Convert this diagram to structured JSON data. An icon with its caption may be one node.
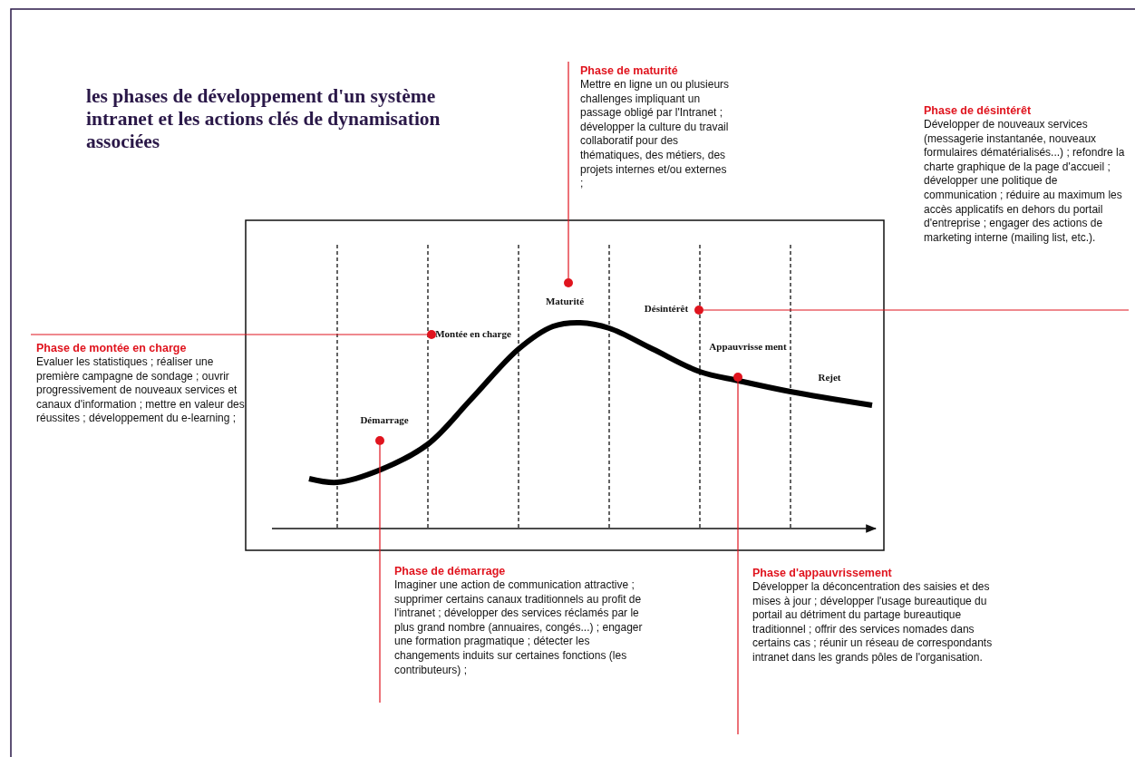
{
  "diagram": {
    "title": "les phases de développement d'un système intranet et les actions clés de dynamisation associées",
    "nodes": [
      {
        "text": [
          "Phase de maturité",
          "Mettre en ligne un ou plusieurs challenges impliquant un passage obligé par l'Intranet ; développer la culture du travail collaboratif pour des thématiques, des métiers, des projets internes et/ou externes ;"
        ]
      },
      {
        "text": [
          "Phase de désintérêt",
          "Développer de nouveaux services (messagerie instantanée, nouveaux formulaires dématérialisés...) ; refondre la charte graphique de la page d'accueil ; développer une politique de communication ; réduire au maximum les accès applicatifs en dehors du portail d'entreprise ; engager des actions de marketing interne (mailing list, etc.)."
        ]
      },
      {
        "text": [
          "Phase de montée en charge",
          "Evaluer les statistiques ; réaliser une première campagne de sondage ; ouvrir progressivement de nouveaux services et canaux d'information ; mettre en valeur des réussites ; développement du e-learning ;"
        ]
      },
      {
        "text": [
          "Phase de démarrage",
          "Imaginer une action de communication attractive ; supprimer certains canaux traditionnels au profit de l'intranet ; développer des services réclamés par le plus grand nombre (annuaires, congés...) ; engager une formation pragmatique ; détecter les changements induits sur certaines fonctions (les contributeurs) ;"
        ]
      },
      {
        "text": [
          "Phase d'appauvrissement",
          "Développer la déconcentration des saisies et des mises à jour ; développer l'usage bureautique du portail au détriment du partage bureautique traditionnel ; offrir des services nomades dans certains cas ; réunir un réseau de correspondants intranet dans les grands pôles de l'organisation."
        ]
      },
      {
        "text": [],
        "shape": "circle"
      },
      {
        "text": [],
        "shape": "circle"
      },
      {
        "text": [],
        "shape": "circle"
      },
      {
        "text": [],
        "shape": "circle"
      },
      {
        "text": [],
        "shape": "circle"
      }
    ],
    "edges": [
      {
        "from": 3,
        "to": 5,
        "arrow": "none"
      },
      {
        "from": 2,
        "to": 6,
        "arrow": "none"
      },
      {
        "from": 0,
        "to": 7,
        "arrow": "none"
      },
      {
        "from": 1,
        "to": 8,
        "arrow": "none"
      },
      {
        "from": 4,
        "to": 9,
        "arrow": "none"
      }
    ],
    "labels": [
      "Maturité",
      "Désintérêt",
      "Montée en charge",
      "Appauvrisse ment",
      "Rejet",
      "Démarrage"
    ]
  }
}
